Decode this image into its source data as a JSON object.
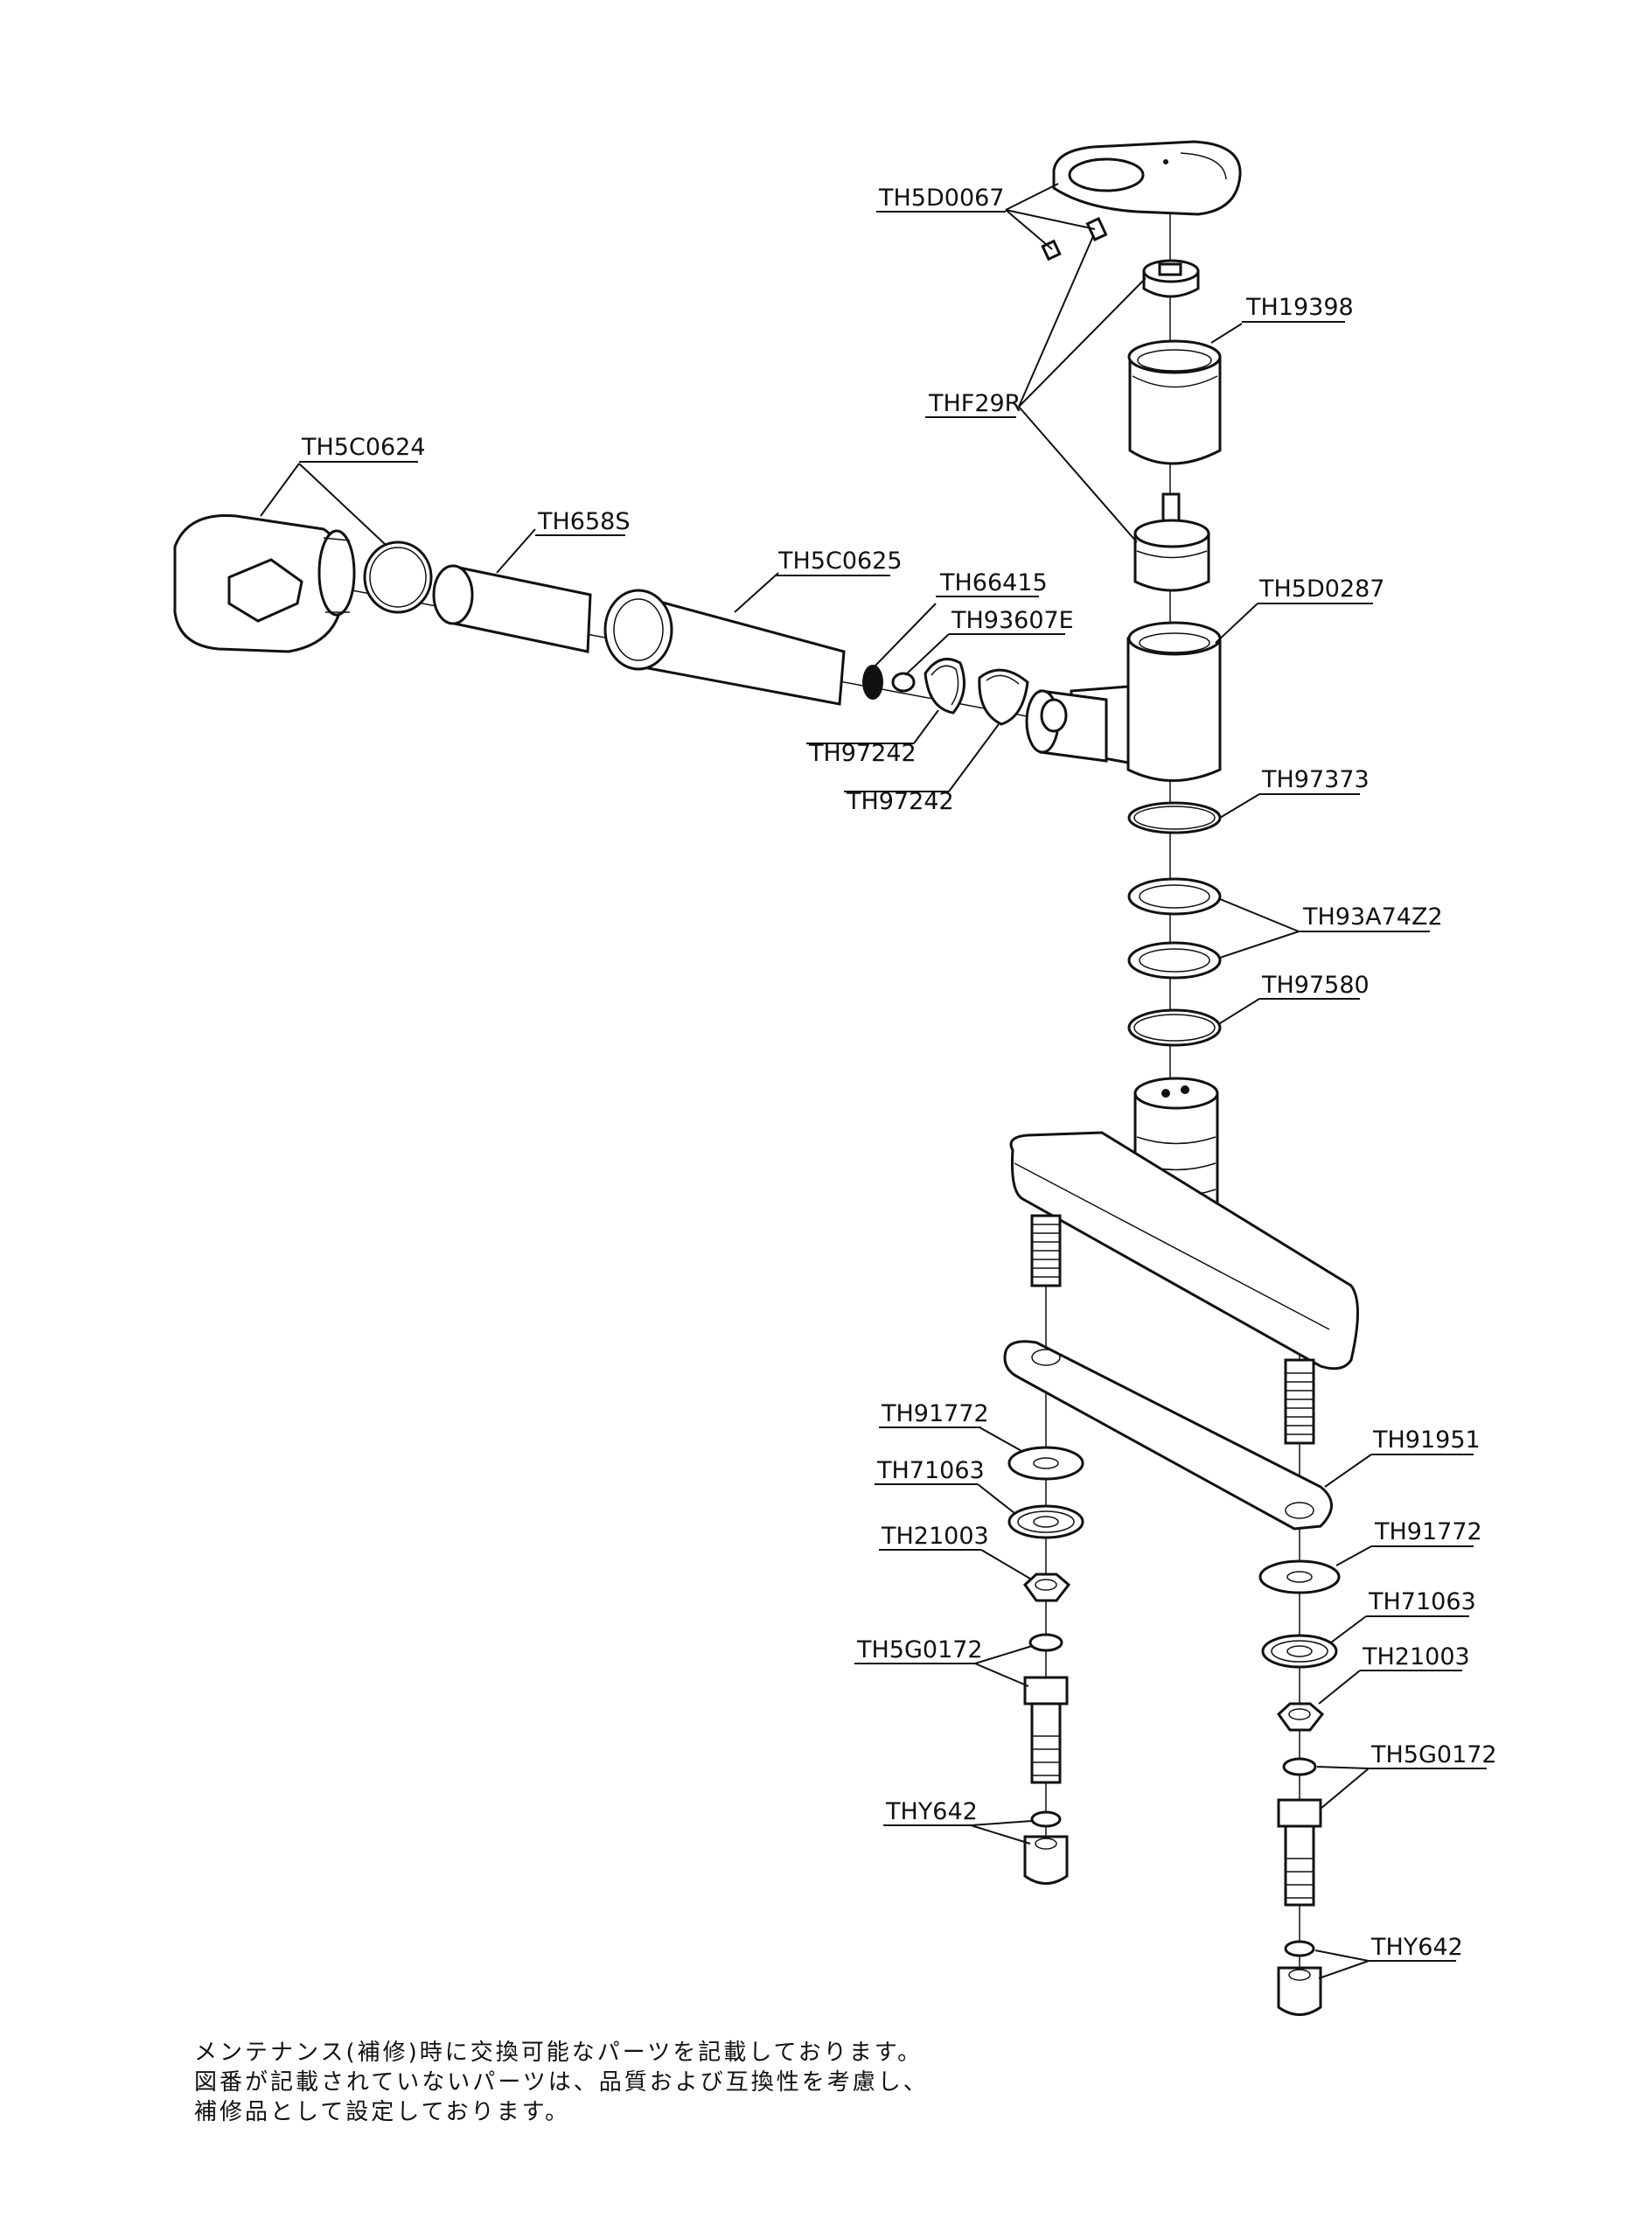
{
  "labels": {
    "th5d0067": "TH5D0067",
    "th19398": "TH19398",
    "thf29r": "THF29R",
    "th5c0624": "TH5C0624",
    "th658s": "TH658S",
    "th5c0625": "TH5C0625",
    "th66415": "TH66415",
    "th93607e": "TH93607E",
    "th5d0287": "TH5D0287",
    "th97242_a": "TH97242",
    "th97242_b": "TH97242",
    "th97373": "TH97373",
    "th93a74z2": "TH93A74Z2",
    "th97580": "TH97580",
    "th91772_l": "TH91772",
    "th71063_l": "TH71063",
    "th21003_l": "TH21003",
    "th5g0172_l": "TH5G0172",
    "thy642_l": "THY642",
    "th91951": "TH91951",
    "th91772_r": "TH91772",
    "th71063_r": "TH71063",
    "th21003_r": "TH21003",
    "th5g0172_r": "TH5G0172",
    "thy642_r": "THY642"
  },
  "note": {
    "line1": "メンテナンス(補修)時に交換可能なパーツを記載しております。",
    "line2": "図番が記載されていないパーツは、品質および互換性を考慮し、",
    "line3": "補修品として設定しております。"
  }
}
